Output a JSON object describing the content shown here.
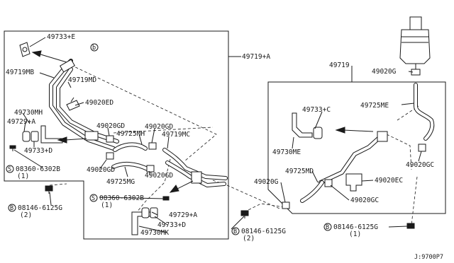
{
  "labels": {
    "p49733e": "49733+E",
    "circle_b_top": "b",
    "p49719a": "49719+A",
    "p49719mb": "49719MB",
    "p49719md": "49719MD",
    "p49020ed": "49020ED",
    "p49730mh": "49730MH",
    "p49729a_left": "49729+A",
    "p49733d_left": "49733+D",
    "p49020gd_a": "49020GD",
    "p49725mh": "49725MH",
    "p49020gd_b": "49020GD",
    "p49719mc": "49719MC",
    "screw_left": "08360-6302B",
    "screw_left_qty": "(1)",
    "p49020gd_c": "49020GD",
    "p49725mg": "49725MG",
    "p49020gd_d": "49020GD",
    "bolt_left": "08146-6125G",
    "bolt_left_qty": "(2)",
    "screw_mid": "08360-6302B",
    "screw_mid_qty": "(1)",
    "p49729a_mid": "49729+A",
    "p49733d_mid": "49733+D",
    "p49730mk": "49730MK",
    "bolt_mid": "08146-6125G",
    "bolt_mid_qty": "(2)",
    "p49719": "49719",
    "p49020g_top": "49020G",
    "p49725me": "49725ME",
    "p49733c": "49733+C",
    "p49730me": "49730ME",
    "p49020gc_right": "49020GC",
    "p49725md": "49725MD",
    "p49020g_mid": "49020G",
    "p49020ec": "49020EC",
    "p49020gc_mid": "49020GC",
    "bolt_right": "08146-6125G",
    "bolt_right_qty": "(1)",
    "diagram_code": "J:9700P7"
  },
  "callout_letters": {
    "s": "S",
    "b": "B"
  }
}
